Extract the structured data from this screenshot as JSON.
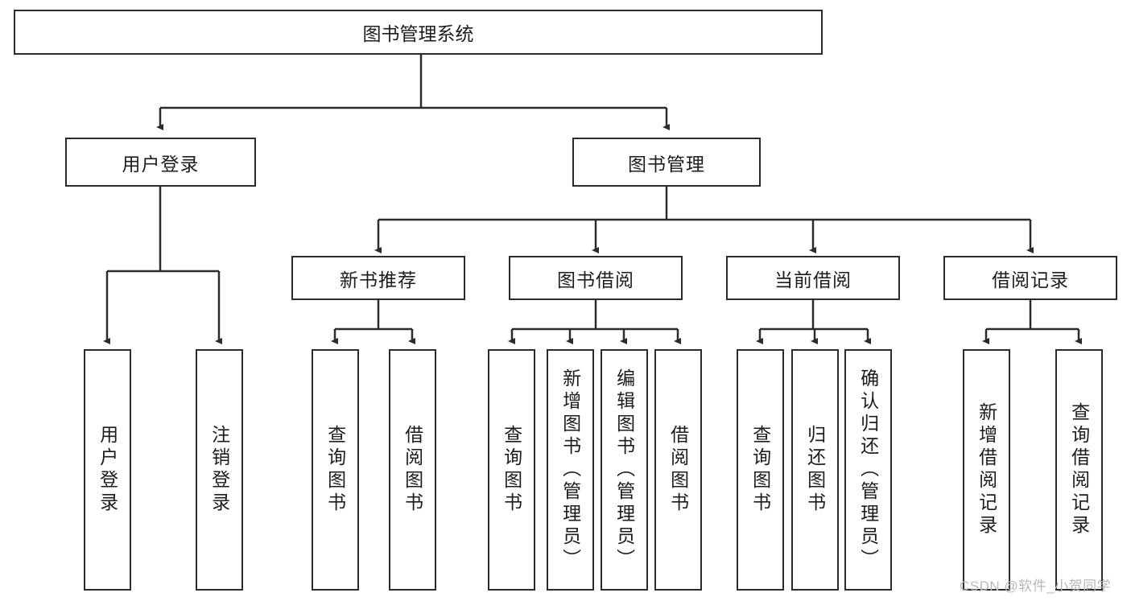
{
  "diagram": {
    "title": "图书管理系统",
    "type": "hierarchy-tree",
    "root": {
      "label": "图书管理系统"
    },
    "level2": [
      {
        "label": "用户登录"
      },
      {
        "label": "图书管理"
      }
    ],
    "level3": [
      {
        "label": "新书推荐"
      },
      {
        "label": "图书借阅"
      },
      {
        "label": "当前借阅"
      },
      {
        "label": "借阅记录"
      }
    ],
    "leaves": {
      "user_login": [
        {
          "label": "用户登录"
        },
        {
          "label": "注销登录"
        }
      ],
      "new_book_recommend": [
        {
          "label": "查询图书"
        },
        {
          "label": "借阅图书"
        }
      ],
      "book_borrow": [
        {
          "label": "查询图书"
        },
        {
          "label": "新增图书（管理员）"
        },
        {
          "label": "编辑图书（管理员）"
        },
        {
          "label": "借阅图书"
        }
      ],
      "current_borrow": [
        {
          "label": "查询图书"
        },
        {
          "label": "归还图书"
        },
        {
          "label": "确认归还（管理员）"
        }
      ],
      "borrow_record": [
        {
          "label": "新增借阅记录"
        },
        {
          "label": "查询借阅记录"
        }
      ]
    }
  },
  "watermark": {
    "text": "CSDN @软件_小贺同学"
  },
  "colors": {
    "stroke": "#2b2b2b",
    "fill": "#ffffff",
    "text": "#1c1c1c",
    "watermark": "#b9b9b9"
  }
}
